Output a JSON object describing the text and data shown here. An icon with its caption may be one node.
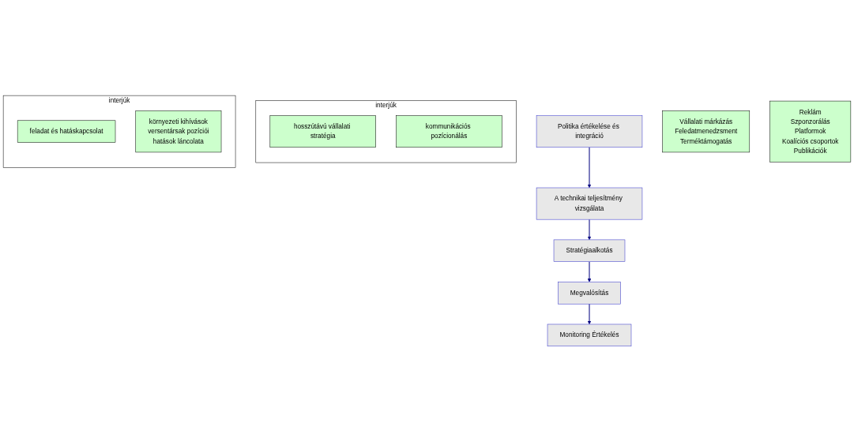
{
  "diagram": {
    "nodes": [
      {
        "text": [
          "Politika értékelése és integráció"
        ]
      },
      {
        "text": [
          "interjúk"
        ]
      },
      {
        "text": [
          "hosszútávú vállalati stratégia"
        ],
        "in": 1
      },
      {
        "text": [
          "kommunikációs pozícionálás"
        ],
        "in": 1
      },
      {
        "text": [
          "A technikai teljesítmény vizsgálata"
        ]
      },
      {
        "text": [
          "Vállalati márkázás",
          "Feledatmenedzsment",
          "Terméktámogatás"
        ]
      },
      {
        "text": [
          "Stratégiaalkotás"
        ]
      },
      {
        "text": [
          "interjúk"
        ]
      },
      {
        "text": [
          "feladat és hatáskapcsolat"
        ],
        "in": 7
      },
      {
        "text": [
          "környezeti kihívások",
          "versentársak pozíciói",
          "hatások láncolata"
        ],
        "in": 7
      },
      {
        "text": [
          "Megvalósítás"
        ]
      },
      {
        "text": [
          "Reklám",
          "Szponzorálás",
          "Platformok",
          "Koalíciós csoportok",
          "Publikációk"
        ]
      },
      {
        "text": [
          "Monitoring Értékelés"
        ]
      }
    ],
    "edges": [
      {
        "from": 0,
        "to": 4,
        "arrow": "to",
        "color": "#000080"
      },
      {
        "from": 4,
        "to": 6,
        "arrow": "to",
        "color": "#000080"
      },
      {
        "from": 6,
        "to": 10,
        "arrow": "to",
        "color": "#000080"
      },
      {
        "from": 10,
        "to": 12,
        "arrow": "to",
        "color": "#000080"
      }
    ]
  }
}
